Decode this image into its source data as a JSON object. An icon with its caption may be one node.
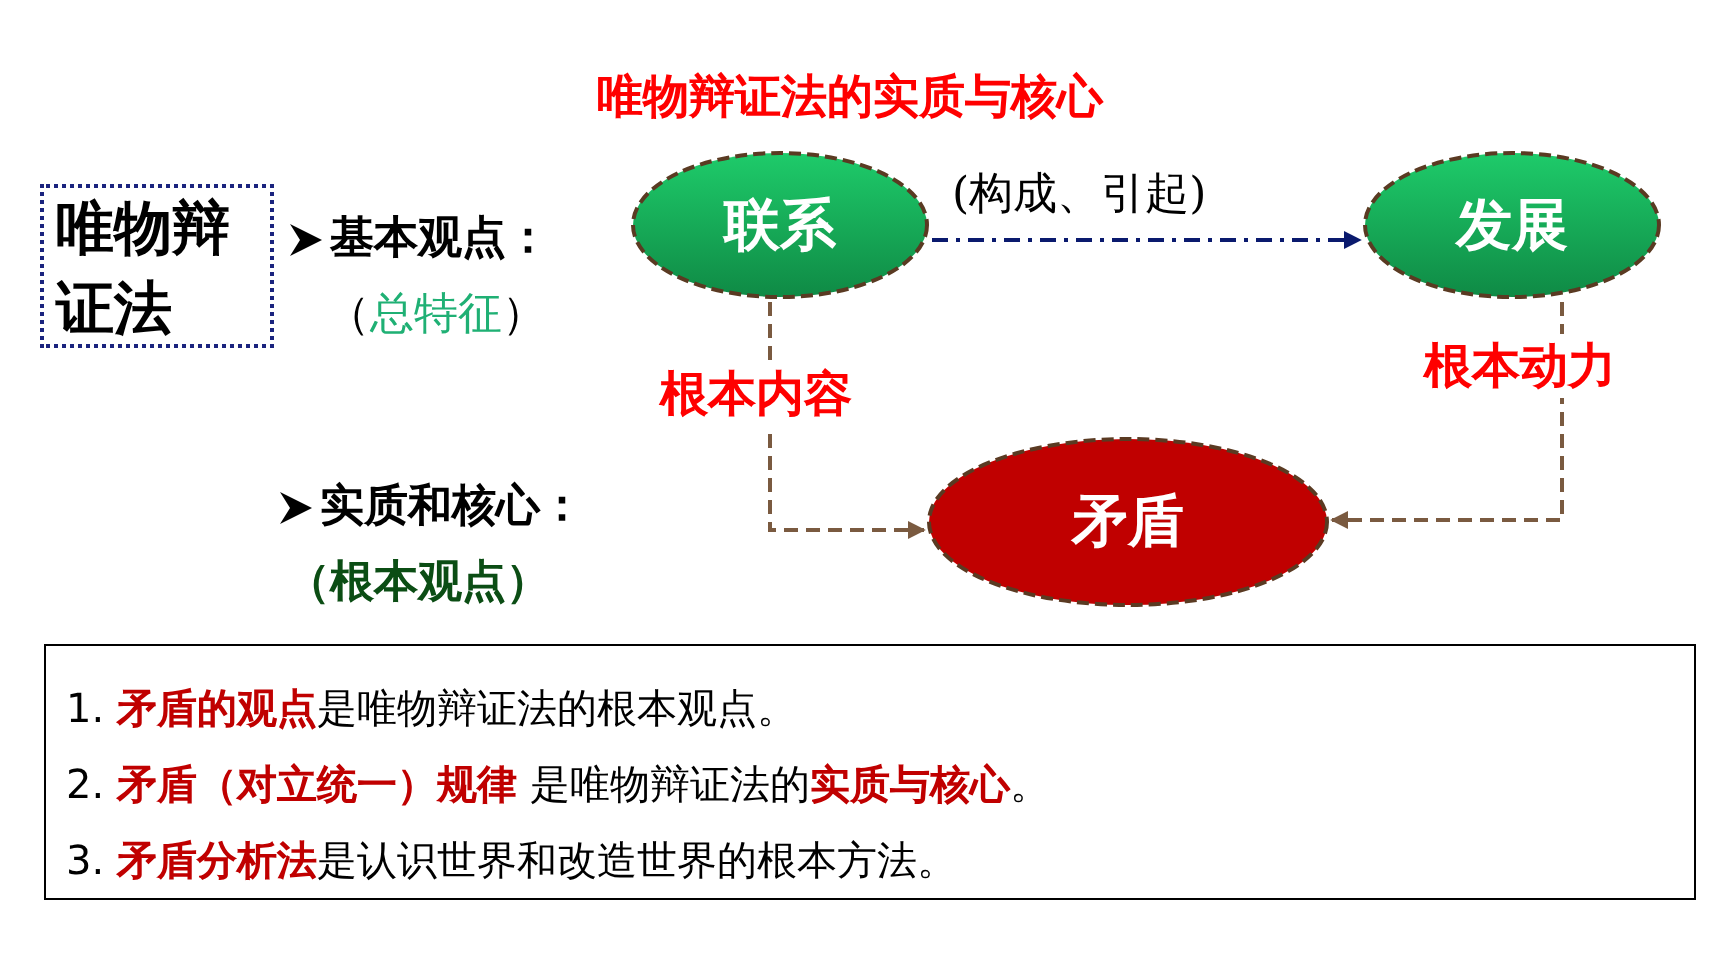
{
  "diagram": {
    "title": "唯物辩证法的实质与核心",
    "nodes": [
      {
        "text": [
          "唯物辩证法"
        ]
      },
      {
        "text": [
          "联系"
        ]
      },
      {
        "text": [
          "发展"
        ]
      },
      {
        "text": [
          "矛盾"
        ]
      },
      {
        "text": [
          "1. **矛盾的观点**是唯物辩证法的根本观点。",
          "2. **矛盾（对立统一）规律** 是唯物辩证法的**实质与核心**。",
          "3. **矛盾分析法**是认识世界和改造世界的根本方法。"
        ]
      }
    ],
    "edges": [
      {
        "from": 1,
        "to": 2,
        "arrow": "to",
        "label": "(构成、引起)",
        "style": "dashed",
        "color": "#0a1a6e"
      },
      {
        "from": 1,
        "to": 3,
        "arrow": "to",
        "label": "根本内容",
        "style": "dashed"
      },
      {
        "from": 2,
        "to": 3,
        "arrow": "to",
        "label": "根本动力",
        "style": "dashed"
      }
    ],
    "labels": [
      "基本观点：",
      "（**总特征**）",
      "实质和核心：",
      "（根本观点）"
    ]
  }
}
